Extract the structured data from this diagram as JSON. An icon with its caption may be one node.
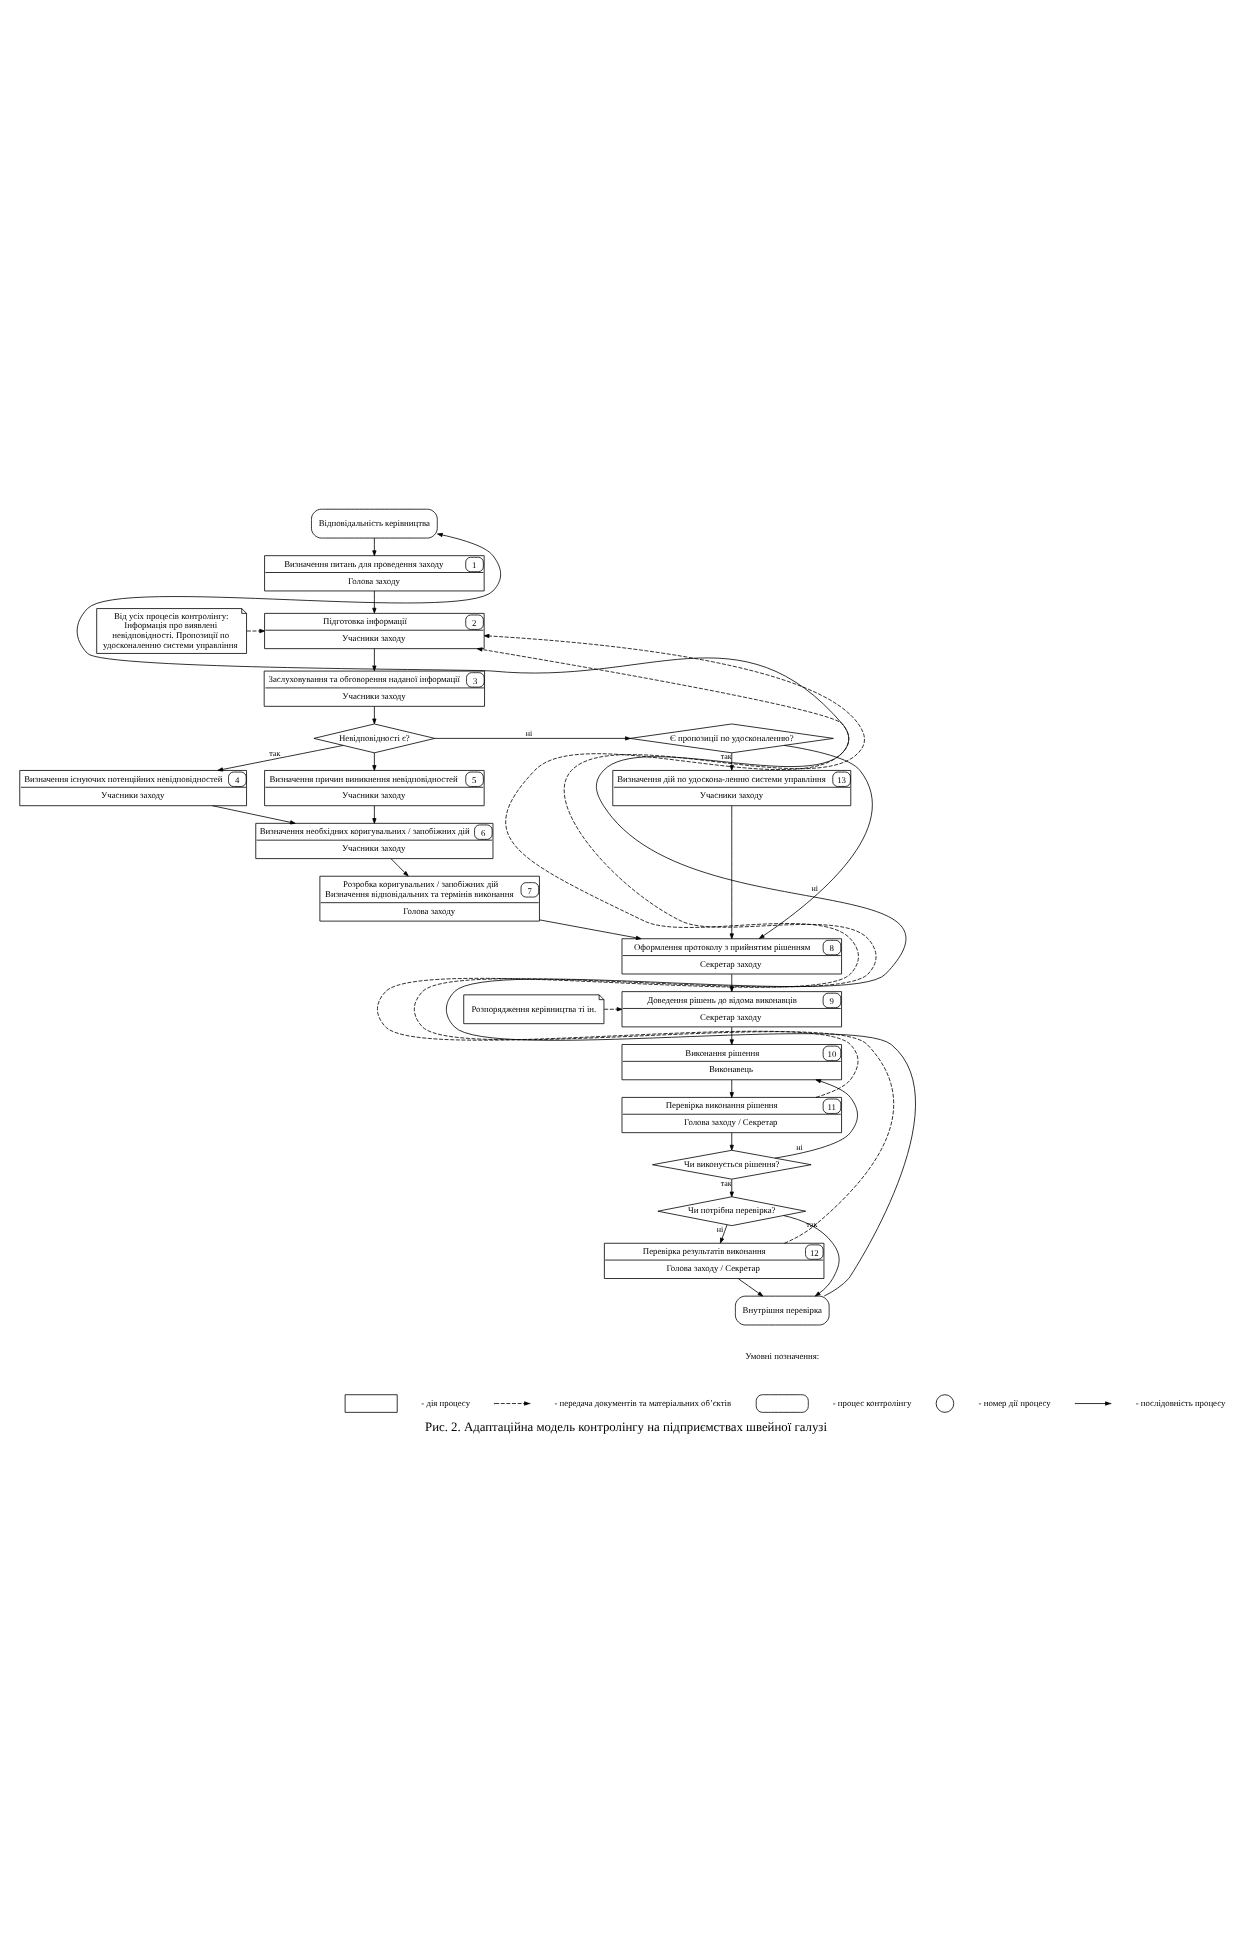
{
  "diagram": {
    "caption": "Рис. 2. Адаптаційна модель контролінгу на підприємствах швейної галузі",
    "nodes": [
      {
        "text": [
          "Відповідальність керівництва"
        ]
      },
      {
        "text": [
          "Визначення питань для проведення заходу",
          "Голова заходу",
          "1"
        ]
      },
      {
        "text": [
          "Від усіх процесів контролінгу: Інформація про виявлені невідповідності. Пропозиції по удосконаленню системи управління"
        ]
      },
      {
        "text": [
          "Підготовка інформації",
          "Учасники заходу",
          "2"
        ]
      },
      {
        "text": [
          "Заслуховування та обговорення наданої інформації",
          "Учасники заходу",
          "3"
        ]
      },
      {
        "text": [
          "Невідповідності є?"
        ]
      },
      {
        "text": [
          "Є пропозиції по удосконаленню?"
        ]
      },
      {
        "text": [
          "Визначення дій по удоскона-ленню системи управління",
          "Учасники заходу",
          "13"
        ]
      },
      {
        "text": [
          "Визначення існуючих потенційних невідповідностей",
          "Учасники заходу",
          "4"
        ]
      },
      {
        "text": [
          "Визначення причин виникнення невідповідностей",
          "Учасники заходу",
          "5"
        ]
      },
      {
        "text": [
          "Визначення необхідних коригувальних / запобіжних дій",
          "Учасники заходу",
          "6"
        ]
      },
      {
        "text": [
          "Розробка коригувальних / запобіжних дій",
          "Визначення відповідальних та термінів виконання",
          "Голова заходу",
          "7"
        ]
      },
      {
        "text": [
          "Оформлення протоколу з прийнятим рішенням",
          "Секретар заходу",
          "8"
        ]
      },
      {
        "text": [
          "Розпорядження керівництва ті ін."
        ]
      },
      {
        "text": [
          "Доведення рішень до відома виконавців",
          "Секретар заходу",
          "9"
        ]
      },
      {
        "text": [
          "Виконання рішення",
          "Виконавець",
          "10"
        ]
      },
      {
        "text": [
          "Перевірка виконання рішення",
          "Голова заходу / Секретар",
          "11"
        ]
      },
      {
        "text": [
          "Чи виконується рішення?"
        ]
      },
      {
        "text": [
          "Чи потрібна перевірка?"
        ]
      },
      {
        "text": [
          "Перевірка результатів виконання",
          "Голова заходу / Секретар",
          "12"
        ]
      },
      {
        "text": [
          "Внутрішня перевірка"
        ]
      }
    ],
    "edges": [
      {
        "from": 0,
        "to": 1,
        "arrow": "to"
      },
      {
        "from": 1,
        "to": 3,
        "arrow": "to"
      },
      {
        "from": 2,
        "to": 3,
        "arrow": "to",
        "style": "dashed"
      },
      {
        "from": 3,
        "to": 4,
        "arrow": "to"
      },
      {
        "from": 4,
        "to": 5,
        "arrow": "to"
      },
      {
        "from": 5,
        "to": 6,
        "arrow": "to",
        "label": "ні"
      },
      {
        "from": 5,
        "to": 8,
        "arrow": "to",
        "label": "так"
      },
      {
        "from": 5,
        "to": 9,
        "arrow": "to"
      },
      {
        "from": 6,
        "to": 7,
        "arrow": "to",
        "label": "так"
      },
      {
        "from": 8,
        "to": 10,
        "arrow": "to"
      },
      {
        "from": 9,
        "to": 10,
        "arrow": "to"
      },
      {
        "from": 10,
        "to": 11,
        "arrow": "to"
      },
      {
        "from": 6,
        "to": 12,
        "arrow": "to",
        "label": "ні"
      },
      {
        "from": 7,
        "to": 12,
        "arrow": "to"
      },
      {
        "from": 11,
        "to": 12,
        "arrow": "to"
      },
      {
        "from": 12,
        "to": 14,
        "arrow": "to"
      },
      {
        "from": 13,
        "to": 14,
        "arrow": "to",
        "style": "dashed"
      },
      {
        "from": 14,
        "to": 15,
        "arrow": "to"
      },
      {
        "from": 15,
        "to": 16,
        "arrow": "to"
      },
      {
        "from": 16,
        "to": 3,
        "arrow": "to",
        "style": "dashed"
      },
      {
        "from": 16,
        "to": 17,
        "arrow": "to"
      },
      {
        "from": 17,
        "to": 15,
        "arrow": "to",
        "label": "ні"
      },
      {
        "from": 17,
        "to": 18,
        "arrow": "to",
        "label": "так"
      },
      {
        "from": 18,
        "to": 19,
        "arrow": "to",
        "label": "ні"
      },
      {
        "from": 18,
        "to": 20,
        "arrow": "to",
        "label": "так"
      },
      {
        "from": 19,
        "to": 3,
        "arrow": "to",
        "style": "dashed"
      },
      {
        "from": 19,
        "to": 20,
        "arrow": "to"
      },
      {
        "from": 20,
        "to": 0,
        "arrow": "to"
      }
    ],
    "labels": [
      "Умовні позначення:"
    ],
    "legend": [
      {
        "text": "- дія процесу"
      },
      {
        "text": "- передача документів та матеріальних об’єктів"
      },
      {
        "text": "- процес контролінгу"
      },
      {
        "text": "- номер дії процесу"
      },
      {
        "text": "- послідовність процесу"
      }
    ]
  }
}
